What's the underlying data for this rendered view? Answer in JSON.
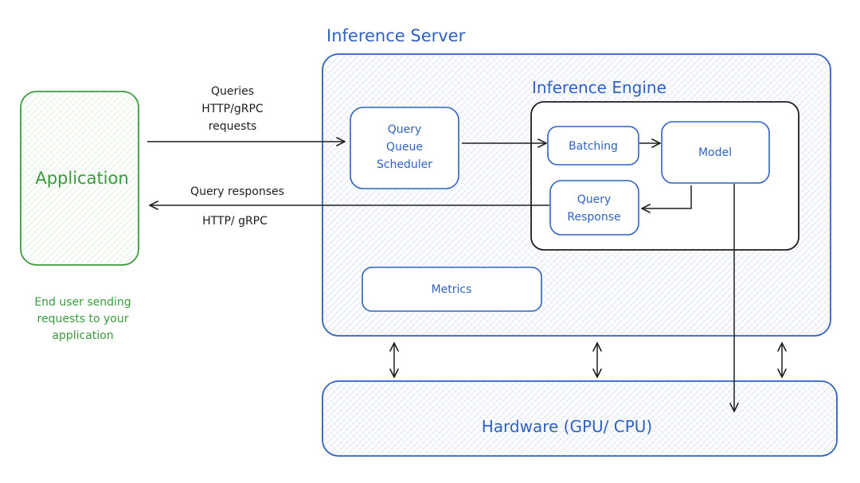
{
  "server": {
    "title": "Inference Server"
  },
  "engine": {
    "title": "Inference Engine"
  },
  "application": {
    "label": "Application",
    "caption_lines": [
      "End user sending",
      "requests to your",
      "application"
    ]
  },
  "query_queue": {
    "lines": [
      "Query",
      "Queue",
      "Scheduler"
    ]
  },
  "batching": {
    "label": "Batching"
  },
  "model": {
    "label": "Model"
  },
  "query_response": {
    "lines": [
      "Query",
      "Response"
    ]
  },
  "metrics": {
    "label": "Metrics"
  },
  "hardware": {
    "label": "Hardware (GPU/ CPU)"
  },
  "edges": {
    "request": {
      "lines": [
        "Queries",
        "HTTP/gRPC",
        "requests"
      ]
    },
    "response": {
      "top": "Query responses",
      "bottom": "HTTP/ gRPC"
    }
  },
  "colors": {
    "blue": "#2f62c0",
    "green": "#3a9a3c",
    "dark": "#1e1e1e"
  }
}
